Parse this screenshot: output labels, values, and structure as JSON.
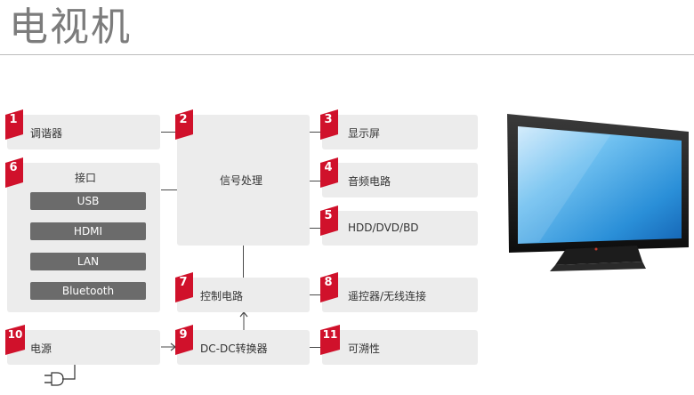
{
  "title": "电视机",
  "blocks": {
    "b1": {
      "num": "1",
      "label": "调谐器"
    },
    "b2": {
      "num": "2",
      "label": "信号处理"
    },
    "b3": {
      "num": "3",
      "label": "显示屏"
    },
    "b4": {
      "num": "4",
      "label": "音频电路"
    },
    "b5": {
      "num": "5",
      "label": "HDD/DVD/BD"
    },
    "b6": {
      "num": "6",
      "label": "接口",
      "ports": [
        "USB",
        "HDMI",
        "LAN",
        "Bluetooth"
      ]
    },
    "b7": {
      "num": "7",
      "label": "控制电路"
    },
    "b8": {
      "num": "8",
      "label": "遥控器/无线连接"
    },
    "b9": {
      "num": "9",
      "label": "DC-DC转换器"
    },
    "b10": {
      "num": "10",
      "label": "电源"
    },
    "b11": {
      "num": "11",
      "label": "可溯性"
    }
  },
  "colors": {
    "badge": "#d0112b",
    "block": "#ececec",
    "port": "#6b6b6b",
    "title": "#7c7c7c"
  },
  "icons": {
    "plug": "power-plug-icon",
    "tv": "television-image"
  }
}
